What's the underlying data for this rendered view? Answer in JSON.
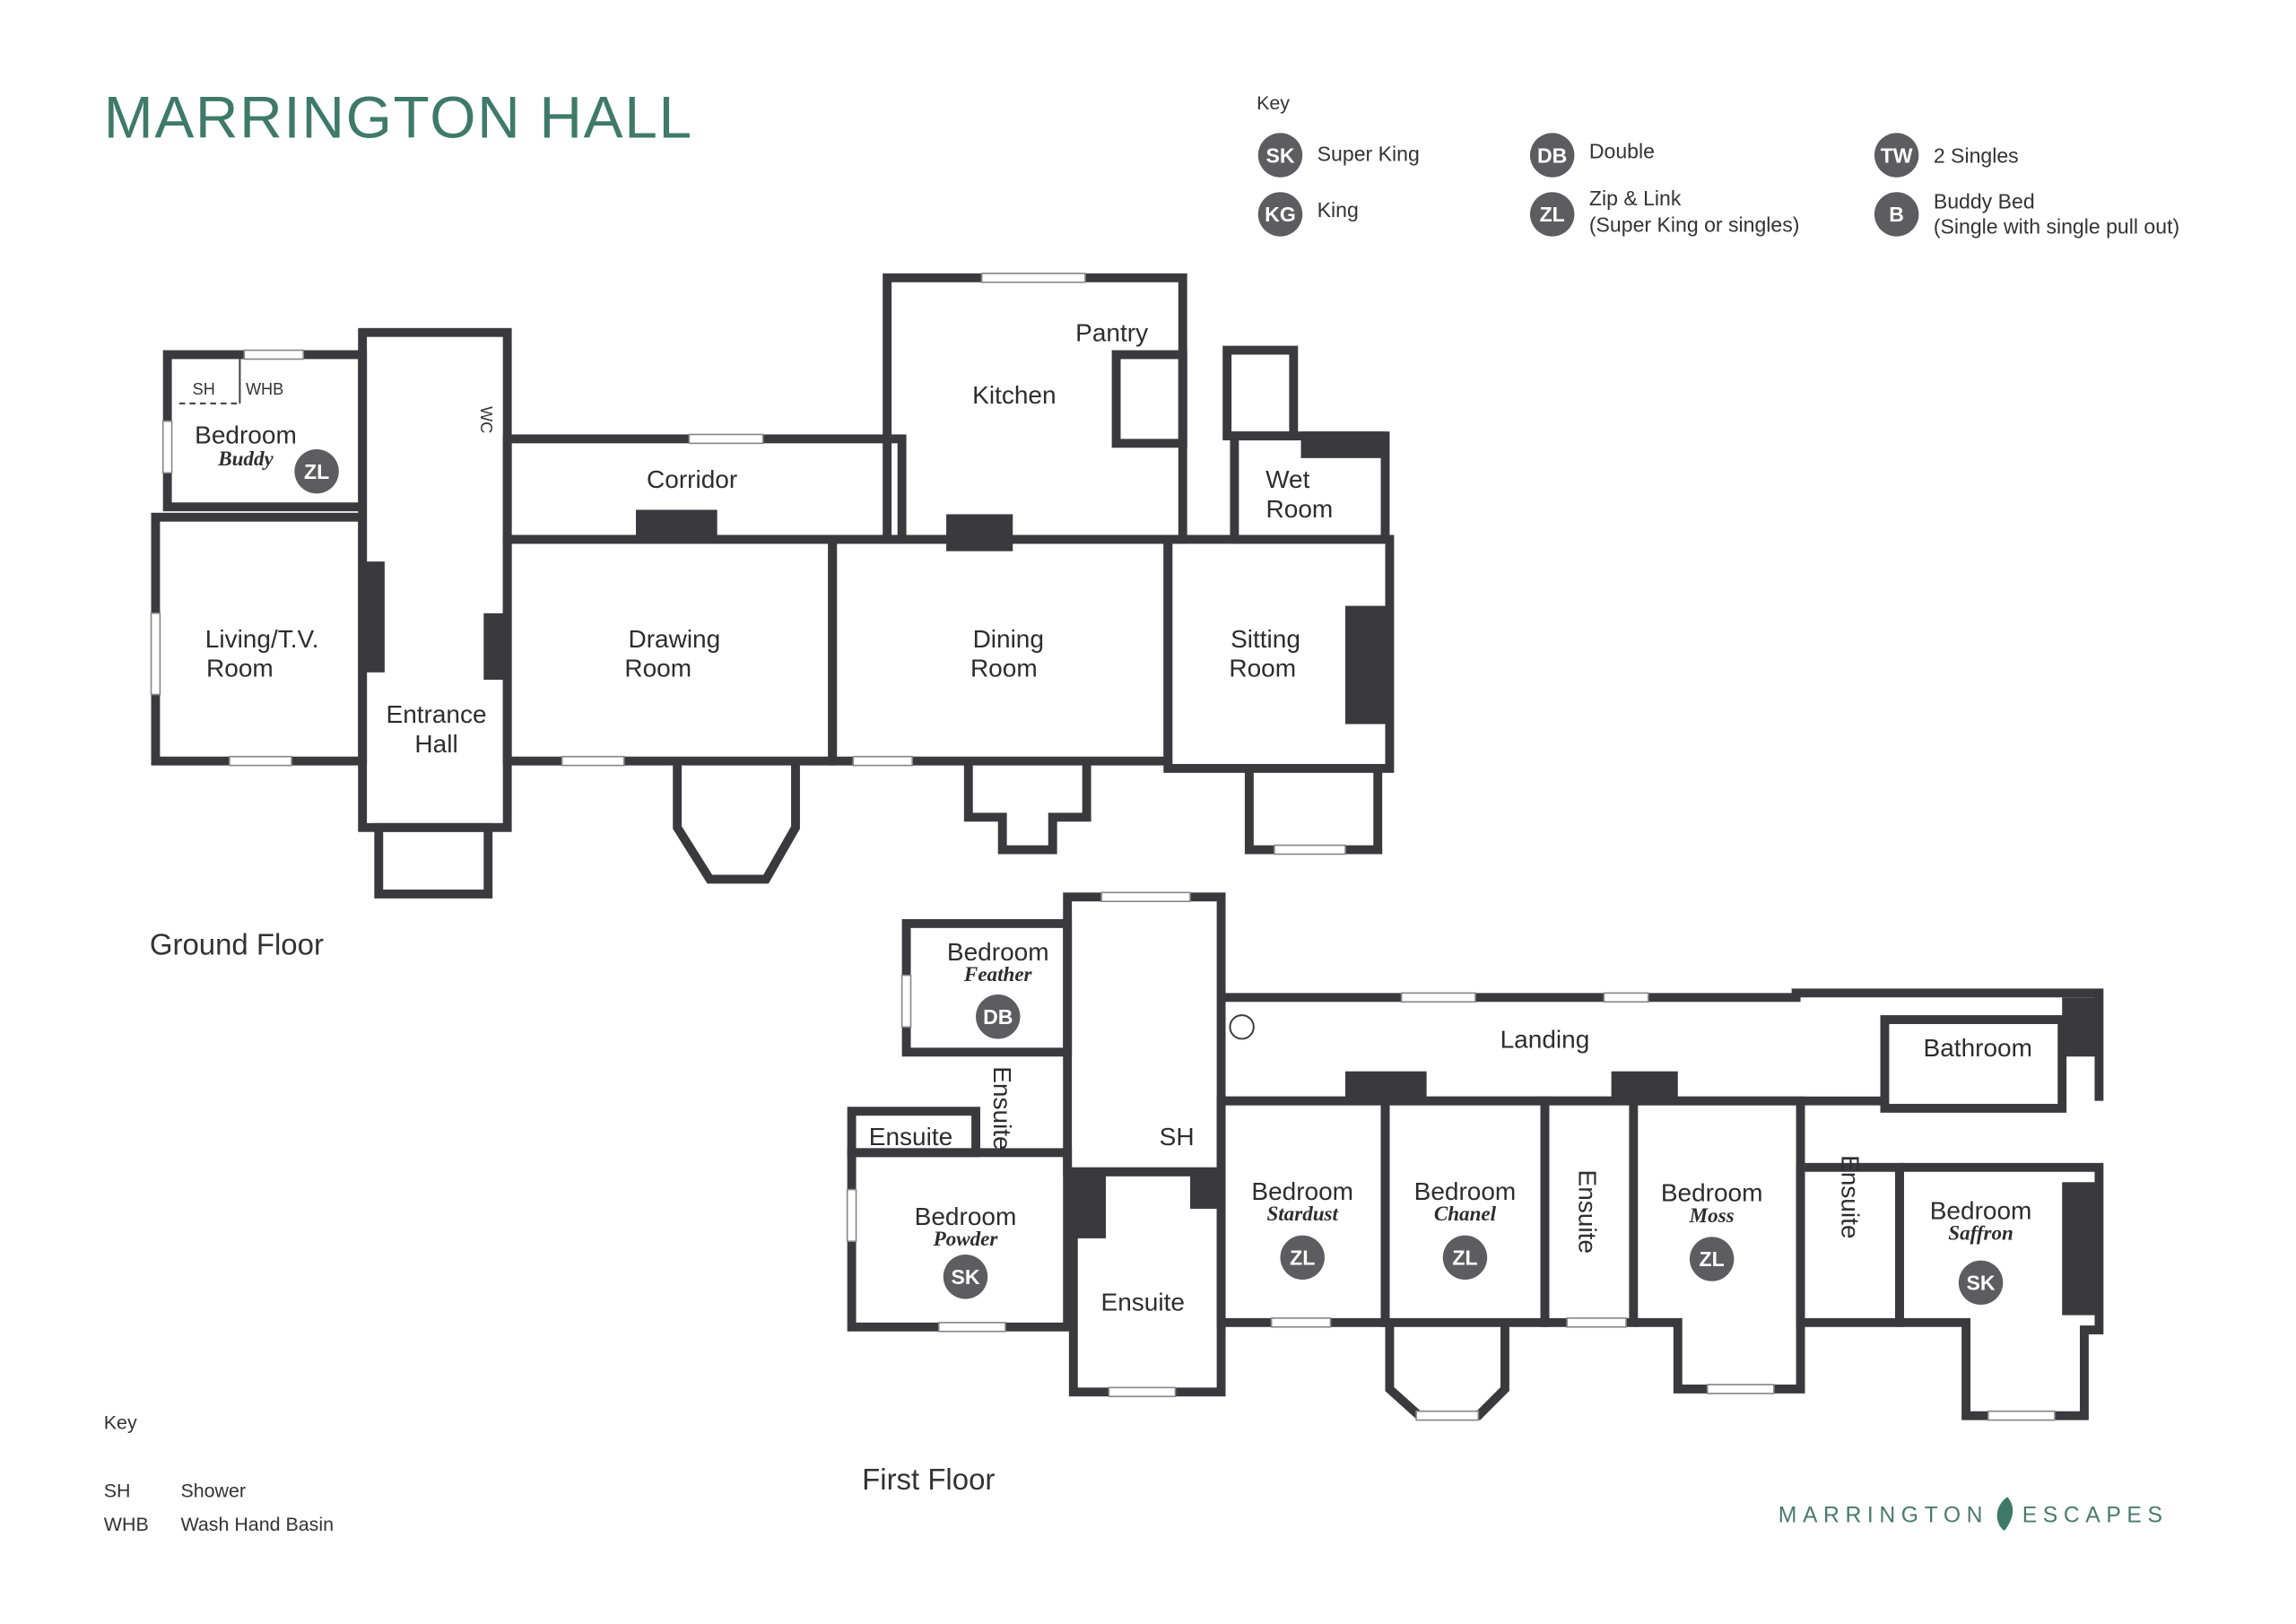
{
  "title": "MARRINGTON HALL",
  "key": {
    "heading": "Key",
    "items": [
      {
        "code": "SK",
        "label": "Super King",
        "note": ""
      },
      {
        "code": "KG",
        "label": "King",
        "note": ""
      },
      {
        "code": "DB",
        "label": "Double",
        "note": ""
      },
      {
        "code": "ZL",
        "label": "Zip & Link",
        "note": "(Super King or singles)"
      },
      {
        "code": "TW",
        "label": "2 Singles",
        "note": ""
      },
      {
        "code": "B",
        "label": "Buddy Bed",
        "note": "(Single with single pull out)"
      }
    ]
  },
  "abbrev_key": {
    "heading": "Key",
    "items": [
      {
        "code": "SH",
        "label": "Shower"
      },
      {
        "code": "WHB",
        "label": "Wash Hand Basin"
      }
    ]
  },
  "ground_floor": {
    "label": "Ground Floor",
    "rooms": {
      "bedroom_buddy": {
        "name": "Bedroom",
        "sub": "Buddy",
        "bed": "ZL"
      },
      "sh": "SH",
      "whb": "WHB",
      "wc": "WC",
      "living": [
        "Living/T.V.",
        "Room"
      ],
      "entrance": [
        "Entrance",
        "Hall"
      ],
      "corridor": "Corridor",
      "drawing": [
        "Drawing",
        "Room"
      ],
      "kitchen": "Kitchen",
      "pantry": "Pantry",
      "dining": [
        "Dining",
        "Room"
      ],
      "sitting": [
        "Sitting",
        "Room"
      ],
      "wet": [
        "Wet",
        "Room"
      ]
    }
  },
  "first_floor": {
    "label": "First Floor",
    "rooms": {
      "feather": {
        "name": "Bedroom",
        "sub": "Feather",
        "bed": "DB"
      },
      "powder": {
        "name": "Bedroom",
        "sub": "Powder",
        "bed": "SK"
      },
      "stardust": {
        "name": "Bedroom",
        "sub": "Stardust",
        "bed": "ZL"
      },
      "chanel": {
        "name": "Bedroom",
        "sub": "Chanel",
        "bed": "ZL"
      },
      "moss": {
        "name": "Bedroom",
        "sub": "Moss",
        "bed": "ZL"
      },
      "saffron": {
        "name": "Bedroom",
        "sub": "Saffron",
        "bed": "SK"
      },
      "ensuite": "Ensuite",
      "sh": "SH",
      "landing": "Landing",
      "bathroom": "Bathroom"
    }
  },
  "logo": {
    "left": "MARRINGTON",
    "right": "ESCAPES",
    "color": "#3f7a68"
  }
}
